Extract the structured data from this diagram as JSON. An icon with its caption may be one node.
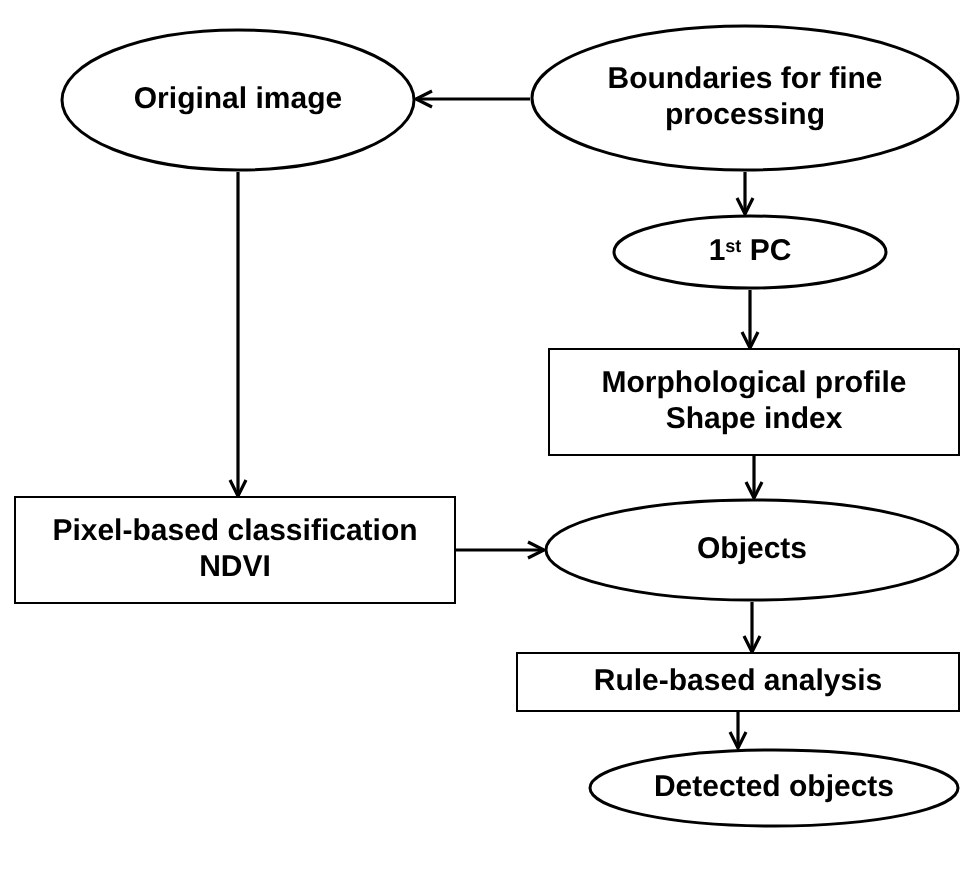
{
  "diagram": {
    "nodes": [
      {
        "text": [
          "Original image"
        ]
      },
      {
        "text": [
          "Boundaries for fine processing"
        ]
      },
      {
        "text": [
          "1$^{st}$ PC"
        ]
      },
      {
        "text": [
          "Morphological profile",
          "Shape index"
        ]
      },
      {
        "text": [
          "Pixel-based classification",
          "NDVI"
        ]
      },
      {
        "text": [
          "Objects"
        ]
      },
      {
        "text": [
          "Rule-based analysis"
        ]
      },
      {
        "text": [
          "Detected objects"
        ]
      }
    ],
    "edges": [
      {
        "from": 1,
        "to": 0,
        "arrow": "to"
      },
      {
        "from": 1,
        "to": 2,
        "arrow": "to"
      },
      {
        "from": 2,
        "to": 3,
        "arrow": "to"
      },
      {
        "from": 0,
        "to": 4,
        "arrow": "to"
      },
      {
        "from": 3,
        "to": 5,
        "arrow": "to"
      },
      {
        "from": 4,
        "to": 5,
        "arrow": "to"
      },
      {
        "from": 5,
        "to": 6,
        "arrow": "to"
      },
      {
        "from": 6,
        "to": 7,
        "arrow": "to"
      }
    ]
  }
}
